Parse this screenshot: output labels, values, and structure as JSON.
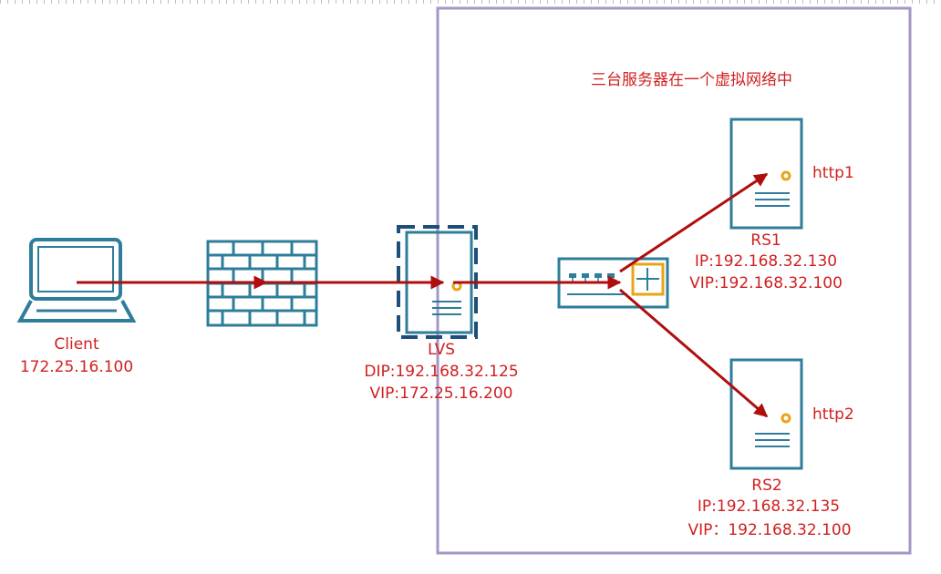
{
  "network_label": "三台服务器在一个虚拟网络中",
  "client": {
    "name": "Client",
    "ip": "172.25.16.100"
  },
  "lvs": {
    "name": "LVS",
    "dip": "DIP:192.168.32.125",
    "vip": "VIP:172.25.16.200"
  },
  "rs1": {
    "name": "RS1",
    "service": "http1",
    "ip": "IP:192.168.32.130",
    "vip": "VIP:192.168.32.100"
  },
  "rs2": {
    "name": "RS2",
    "service": "http2",
    "ip": "IP:192.168.32.135",
    "vip": "VIP：192.168.32.100"
  },
  "colors": {
    "label": "#d01f1f",
    "arrow": "#b00d0d",
    "device": "#2e7d9a",
    "accent": "#e8a317",
    "network_box": "#a596c5",
    "ruler": "#bdbdbd"
  },
  "icons": {
    "client": "laptop-icon",
    "firewall": "firewall-icon",
    "lvs": "server-icon",
    "switch": "switch-icon",
    "rs1": "server-icon",
    "rs2": "server-icon"
  }
}
